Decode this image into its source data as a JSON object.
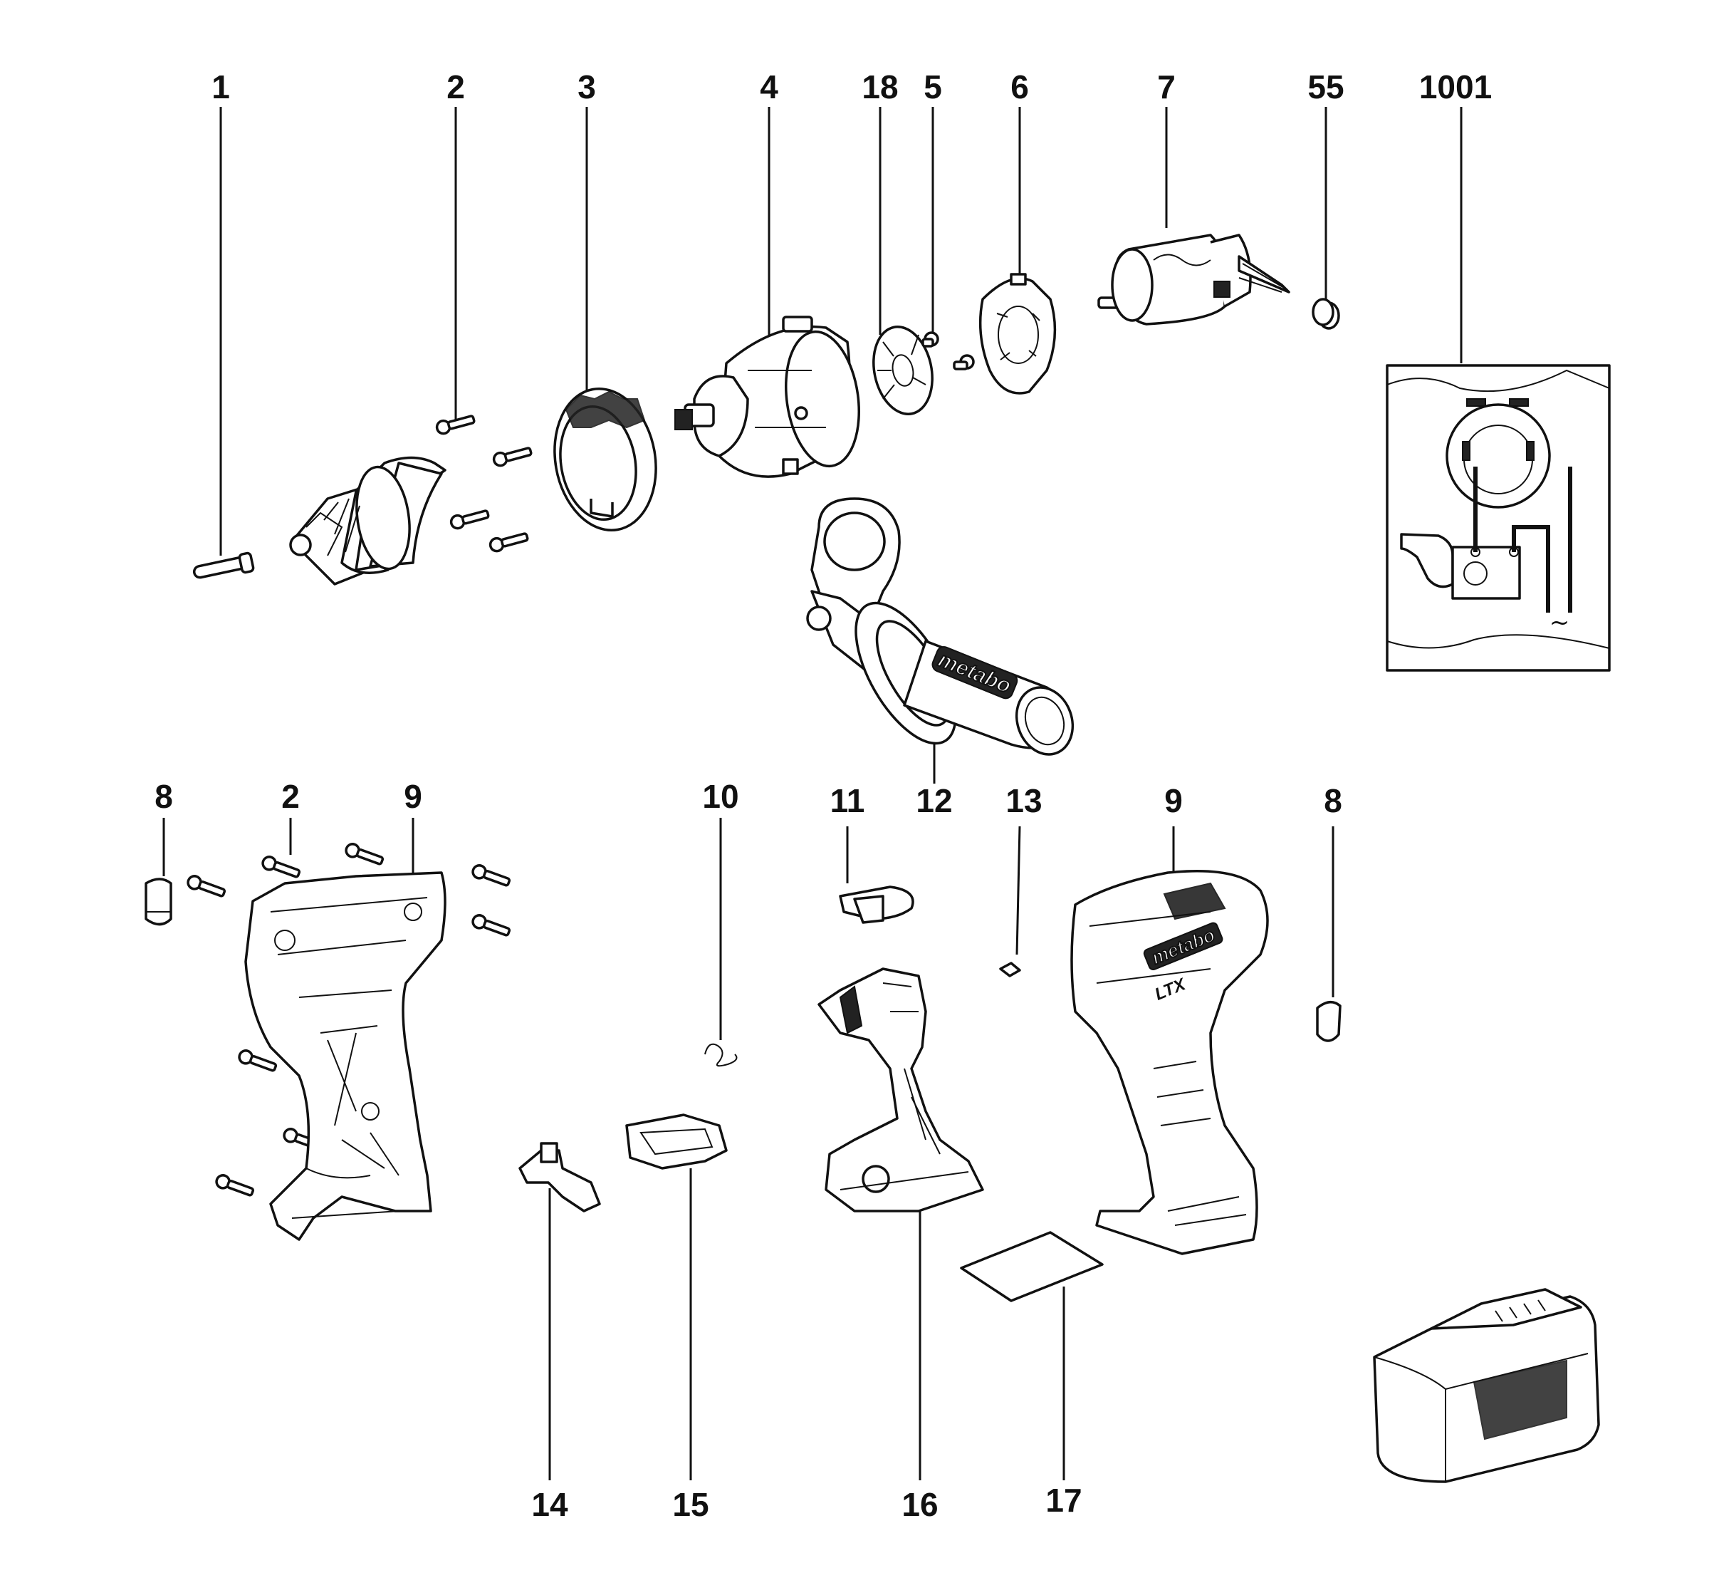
{
  "callouts": [
    {
      "id": "c1",
      "label": "1"
    },
    {
      "id": "c2a",
      "label": "2"
    },
    {
      "id": "c3",
      "label": "3"
    },
    {
      "id": "c4",
      "label": "4"
    },
    {
      "id": "c18",
      "label": "18"
    },
    {
      "id": "c5",
      "label": "5"
    },
    {
      "id": "c6",
      "label": "6"
    },
    {
      "id": "c7",
      "label": "7"
    },
    {
      "id": "c55",
      "label": "55"
    },
    {
      "id": "c1001",
      "label": "1001"
    },
    {
      "id": "c12",
      "label": "12"
    },
    {
      "id": "c8a",
      "label": "8"
    },
    {
      "id": "c2b",
      "label": "2"
    },
    {
      "id": "c9a",
      "label": "9"
    },
    {
      "id": "c10",
      "label": "10"
    },
    {
      "id": "c11",
      "label": "11"
    },
    {
      "id": "c13",
      "label": "13"
    },
    {
      "id": "c9b",
      "label": "9"
    },
    {
      "id": "c8b",
      "label": "8"
    },
    {
      "id": "c14",
      "label": "14"
    },
    {
      "id": "c15",
      "label": "15"
    },
    {
      "id": "c16",
      "label": "16"
    },
    {
      "id": "c17",
      "label": "17"
    }
  ],
  "branding": {
    "handle_logo": "metabo",
    "housing_logo": "metabo",
    "housing_model": "LTX"
  },
  "wiring_inset": {
    "symbol": "~"
  }
}
